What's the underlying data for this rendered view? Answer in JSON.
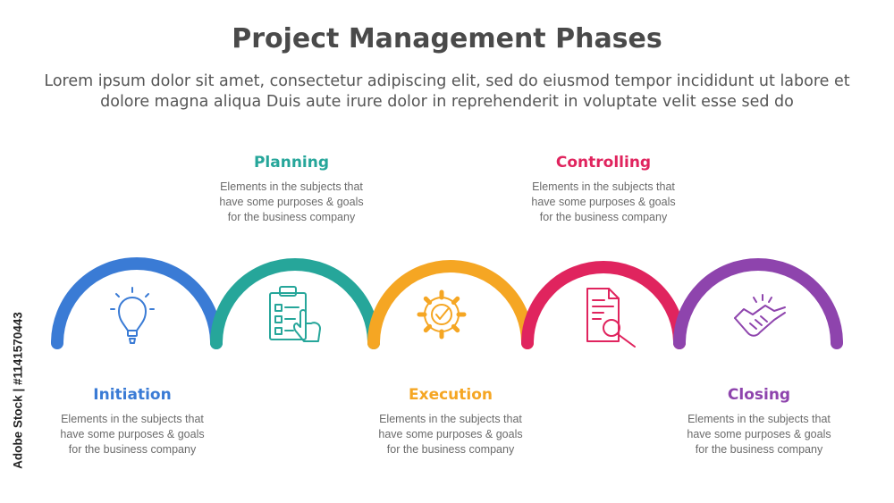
{
  "header": {
    "title": "Project Management Phases",
    "subtitle": "Lorem ipsum dolor sit amet, consectetur adipiscing elit, sed do eiusmod tempor incididunt ut labore et dolore magna aliqua Duis aute irure dolor in reprehenderit in voluptate velit esse sed do"
  },
  "phases": [
    {
      "label": "Initiation",
      "description": "Elements in the subjects that\nhave  some purposes & goals\nfor the  business company",
      "color": "#3a7bd5",
      "icon": "lightbulb-icon"
    },
    {
      "label": "Planning",
      "description": "Elements in the subjects that\nhave  some purposes & goals\nfor the  business company",
      "color": "#26a69a",
      "icon": "clipboard-checklist-icon"
    },
    {
      "label": "Execution",
      "description": "Elements in the subjects that\nhave  some purposes & goals\nfor the  business company",
      "color": "#f5a623",
      "icon": "gear-check-icon"
    },
    {
      "label": "Controlling",
      "description": "Elements in the subjects that\nhave  some purposes & goals\nfor the  business company",
      "color": "#e0245e",
      "icon": "document-magnifier-icon"
    },
    {
      "label": "Closing",
      "description": "Elements in the subjects that\nhave  some purposes & goals\nfor the  business company",
      "color": "#8e44ad",
      "icon": "handshake-icon"
    }
  ],
  "watermark": "Adobe Stock | #1141570443"
}
